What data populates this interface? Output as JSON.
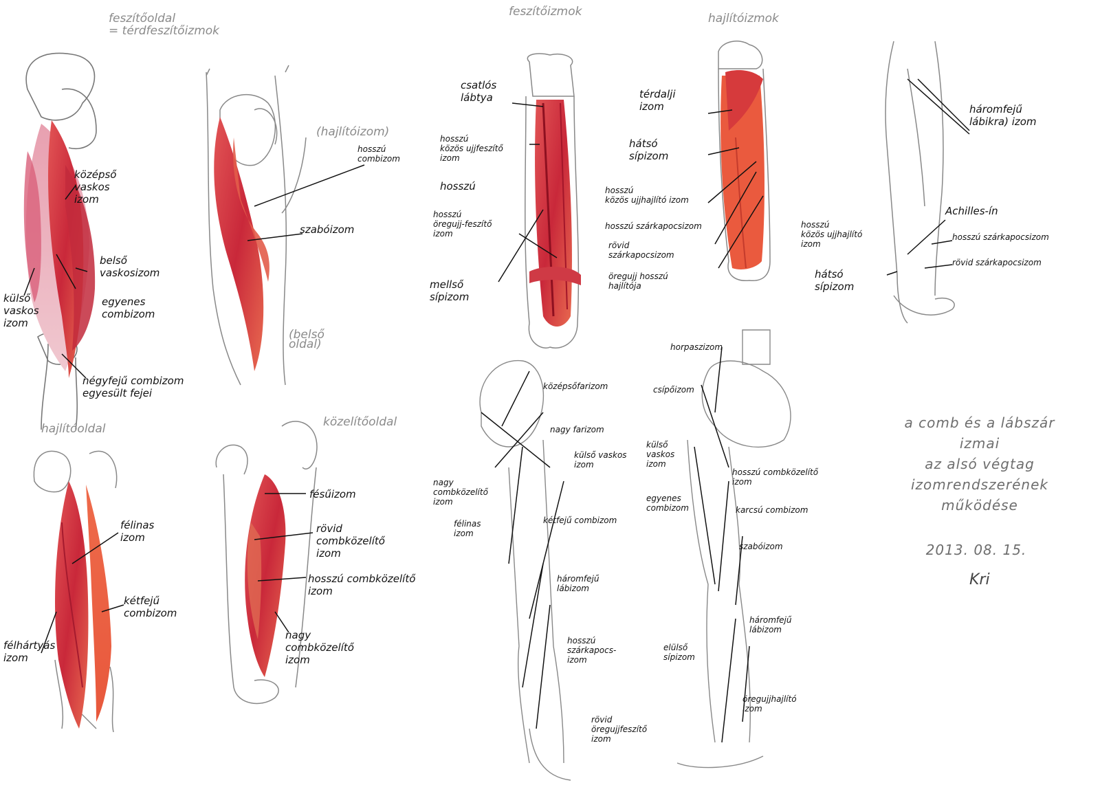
{
  "colors": {
    "muscle_red": "#d83a3a",
    "muscle_dark": "#b81c2e",
    "muscle_pink": "#e88fa0",
    "pencil": "#777777",
    "ink": "#111111"
  },
  "headings": {
    "extensor_side": "feszítőoldal\n= térdfeszítőizmok",
    "flexor_side": "hajlítóoldal",
    "adductor_side": "közelítőoldal",
    "extensor_muscles": "feszítőizmok",
    "flexor_muscles": "hajlítóizmok",
    "hip_flexor_note": "(hajlítóizom)",
    "inner_side_note": "(belső oldal)"
  },
  "labels": {
    "quad_middle": "középső\nvaskos\nizom",
    "quad_inner": "belső\nvaskosizom",
    "quad_outer": "külső\nvaskos\nizom",
    "rectus": "egyenes\ncombizom",
    "quad_tendon": "négyfejű combizom\negyesült fejei",
    "hip_muscle": "hosszú\ncombizom",
    "sartorius": "szabóizom",
    "semitendinosus": "félinas\nizom",
    "semimembranosus": "félhártyás\nizom",
    "biceps": "kétfejű\ncombizom",
    "pectineus": "fésűizom",
    "add_brevis": "rövid\ncombközelítő\nizom",
    "add_longus": "hosszú combközelítő\nizom",
    "add_magnus": "nagy\ncombközelítő\nizom",
    "patella": "csatlós\nlábtya",
    "ext_digitorum": "hosszú\nközös ujjfeszítő\nizom",
    "long_word": "hosszú",
    "ext_hallucis": "hosszú\nöregujj-feszítő\nizom",
    "tib_anterior": "mellső\nsípizom",
    "popliteus": "térdalji\nizom",
    "tib_posterior": "hátsó\nsípizom",
    "flex_digitorum": "hosszú\nközös ujjhajlító izom",
    "peroneus_long": "hosszú szárkapocsizom",
    "peroneus_short": "rövid\nszárkapocsizom",
    "flex_hallucis": "öregujj hosszú\nhajlítója",
    "gastrocnemius": "háromfejű\nlábikra) izom",
    "achilles": "Achilles-ín",
    "flex_dig_back": "hosszú\nközös ujjhajlító\nizom",
    "peroneus_long_back": "hosszú szárkapocsizom",
    "peroneus_short_back": "rövid szárkapocsizom",
    "tib_post_back": "hátsó\nsípizom",
    "iliopsoas": "horpaszizom",
    "iliac": "csípőizom",
    "mid_gluteal": "középsőfarizom",
    "gluteus_max": "nagy farizom",
    "vastus_lat_a": "külső vaskos\nizom",
    "adductor_a": "nagy\ncombközelítő\nizom",
    "semitend_a": "félinas\nizom",
    "biceps_a": "kétfejű combizom",
    "gastro_a": "háromfejű\nlábizom",
    "peroneus_a": "hosszú\nszárkapocs-\nizom",
    "ext_brevis_a": "rövid\nöregujjfeszítő\nizom",
    "vastus_lat_b": "külső\nvaskos\nizom",
    "adductor_long_b": "hosszú combközelítő\nizom",
    "rectus_b": "egyenes\ncombizom",
    "gracilis_b": "karcsú combizom",
    "sartorius_b": "szabóizom",
    "gastro_b": "háromfejű\nlábizom",
    "tib_post_b": "elülső\nsípizom",
    "flex_hallucis_b": "öregujjhajlító\nizom"
  },
  "title_block": {
    "title": "a comb és a lábszár\nizmai\naz alsó végtag\nizomrendszerének\nműködése",
    "date": "2013. 08. 15.",
    "signature": "Kri"
  }
}
